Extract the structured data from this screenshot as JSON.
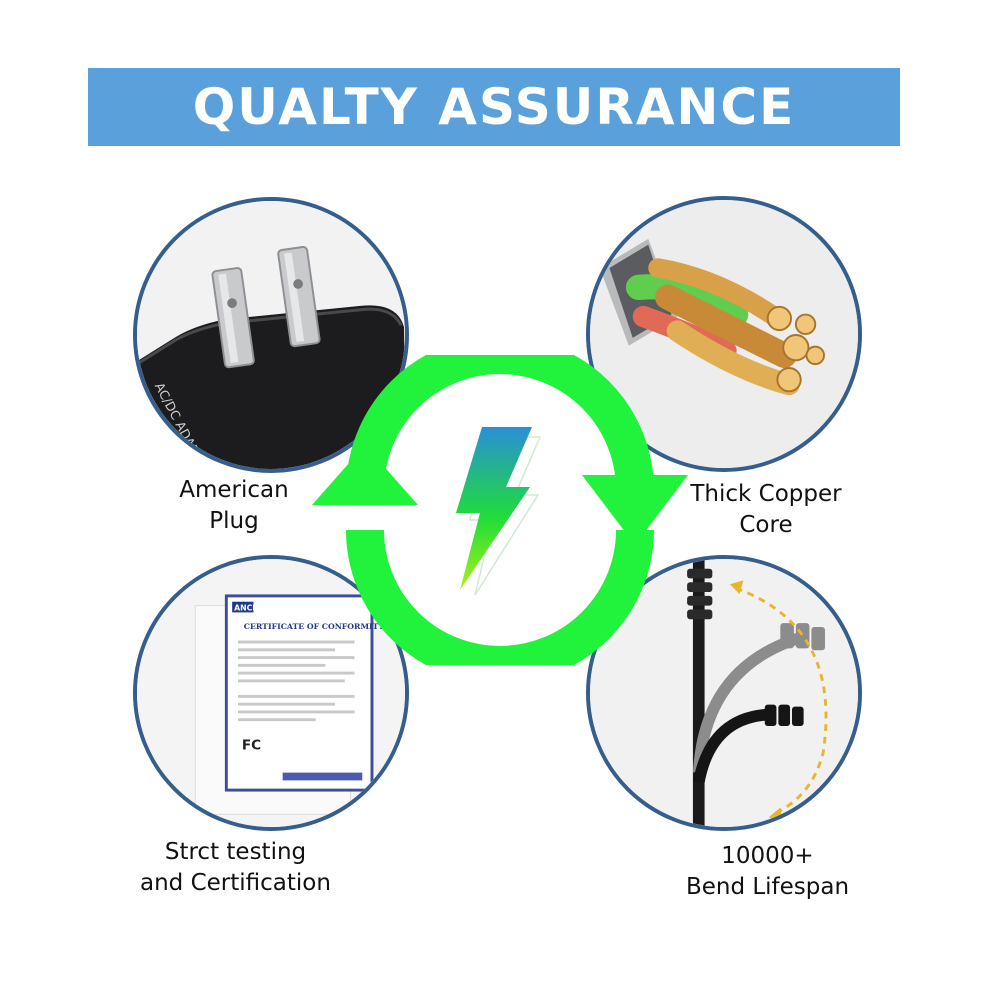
{
  "banner": {
    "title": "QUALTY ASSURANCE"
  },
  "features": [
    {
      "line1": "American",
      "line2": "Plug",
      "icon": "plug-icon"
    },
    {
      "line1": "Thick Copper",
      "line2": "Core",
      "icon": "copper-wire-icon"
    },
    {
      "line1": "Strct testing",
      "line2": "and Certification",
      "icon": "certificate-icon"
    },
    {
      "line1": "10000+",
      "line2": "Bend Lifespan",
      "icon": "bend-cable-icon"
    }
  ],
  "adapter_text": "AC/DC ADAPTER",
  "certificate": {
    "brand": "ANCI",
    "heading": "CERTIFICATE OF CONFORMITY",
    "mark": "FC"
  },
  "colors": {
    "banner": "#5aa1dc",
    "circle_border": "#355e8c",
    "arrow_green": "#21f23c",
    "bolt_green": "#1fdc3a",
    "bolt_blue": "#2a8fd6"
  }
}
